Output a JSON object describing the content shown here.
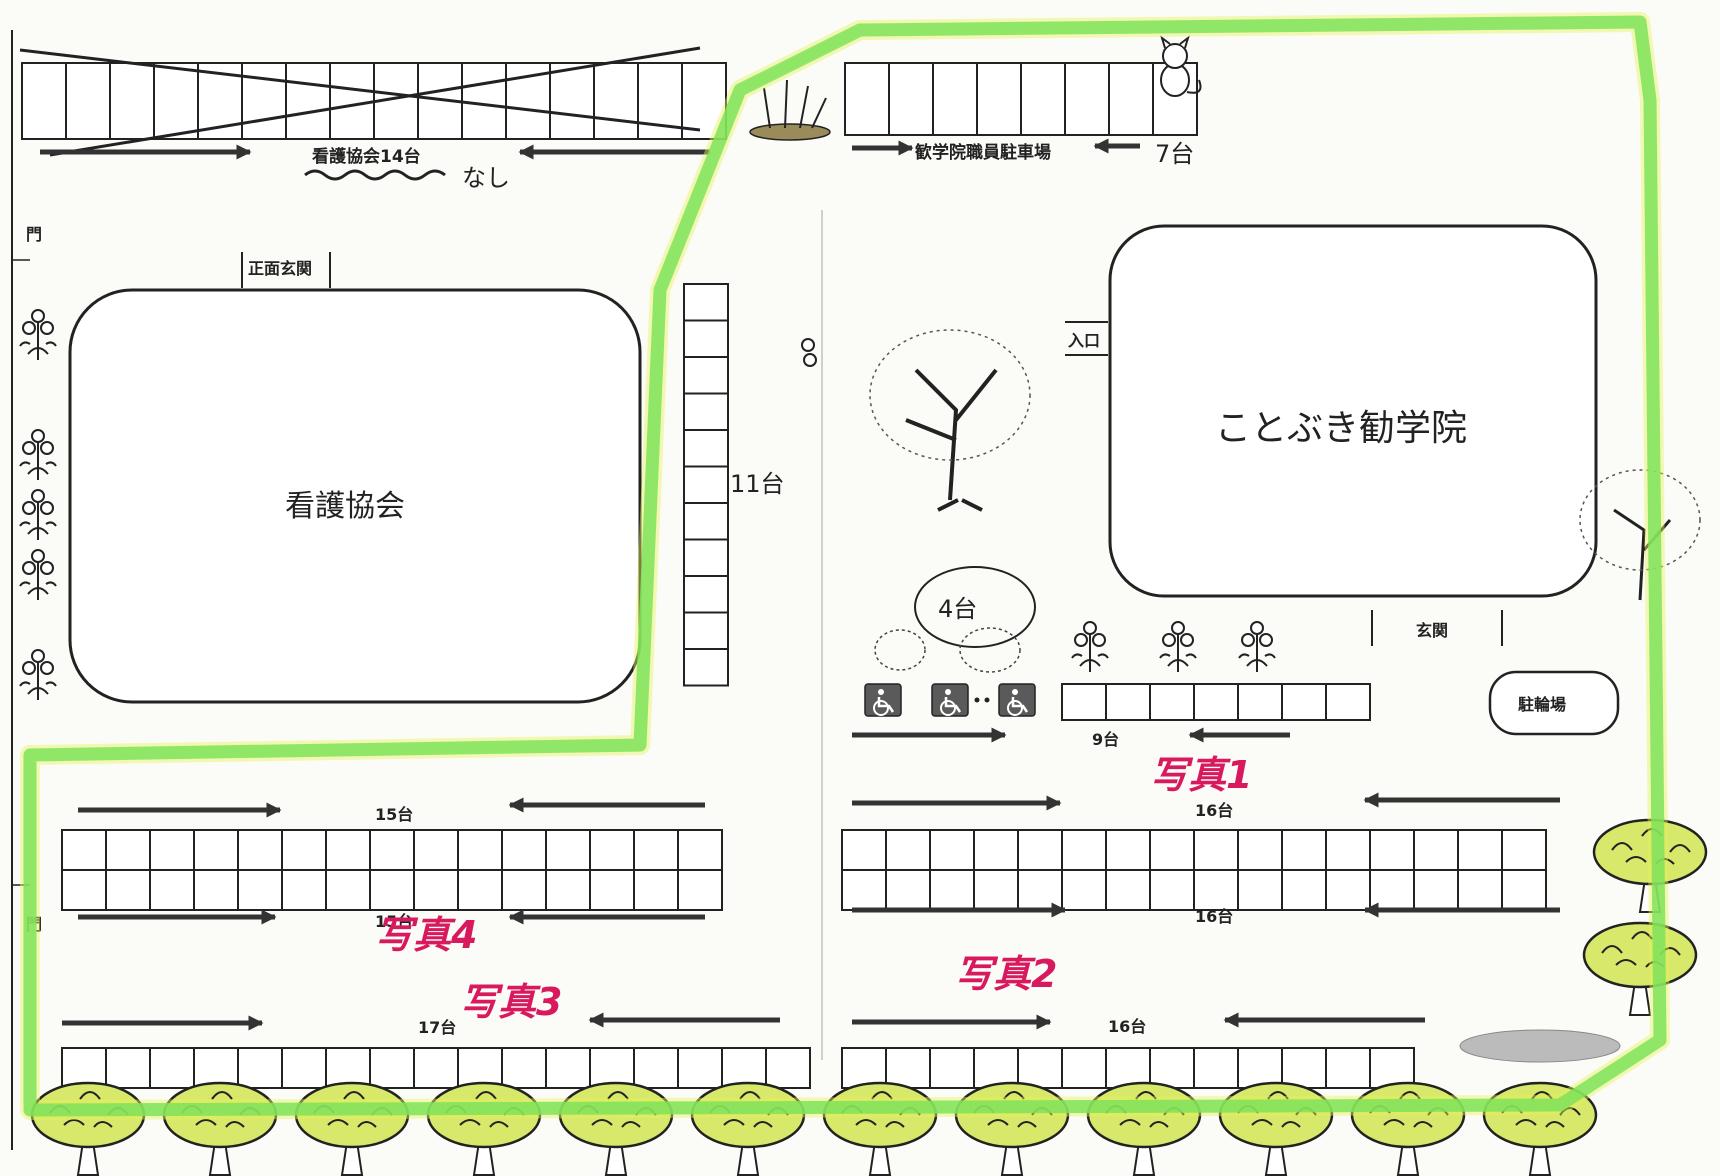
{
  "labels": {
    "nursing_lot_count": "看護協会14台",
    "nursing_lot_handwritten": "なし",
    "school_staff_lot": "歓学院職員駐車場",
    "school_staff_count": "7台",
    "gate_top": "門",
    "gate_bottom": "門",
    "main_entrance": "正面玄関",
    "nursing_building": "看護協会",
    "column_count": "11台",
    "school_entrance_in": "入口",
    "school_building": "ことぶき勧学院",
    "school_genkan": "玄関",
    "handwritten_handicap": "4台",
    "bicycle_parking": "駐輪場",
    "row_a_left_count": "15台",
    "row_a_right_count": "16台",
    "row_b_left_count": "15台",
    "row_b_right_count": "16台",
    "row_c_left_count": "17台",
    "row_c_right_count": "16台",
    "nine_count": "9台"
  },
  "photo_markers": {
    "photo1": "写真1",
    "photo2": "写真2",
    "photo3": "写真3",
    "photo4": "写真4"
  },
  "colors": {
    "route": "#7fe35a",
    "route_highlight": "#e7f25a",
    "photo_marker": "#d8195e",
    "line": "#222222",
    "arrow": "#333333"
  },
  "icons": {
    "handicap": "wheelchair-icon",
    "tree": "tree-icon",
    "flower": "flower-icon",
    "cat": "cat-icon"
  }
}
